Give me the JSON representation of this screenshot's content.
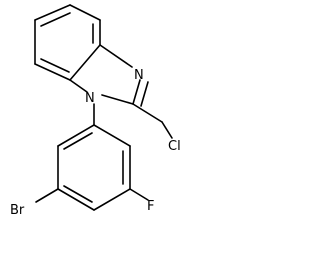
{
  "molecule": {
    "atoms": {
      "n_imidazole": "N",
      "n_substituted": "N",
      "chlorine": "Cl",
      "fluorine": "F",
      "bromine": "Br"
    }
  }
}
